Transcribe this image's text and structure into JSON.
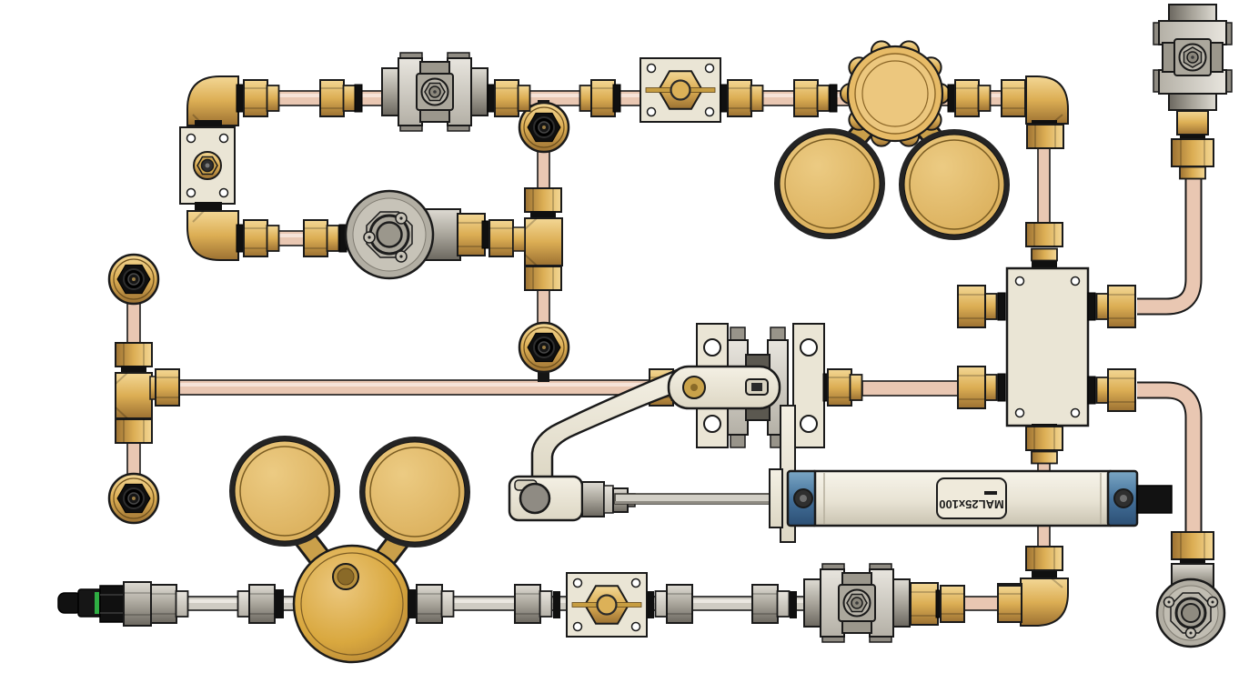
{
  "diagram": {
    "kind": "cad-render-pneumatic-assembly",
    "background": "#ffffff",
    "cylinder": {
      "label": "MAL25x100"
    },
    "key_colors": {
      "copper_tube": "#e9c7b2",
      "brass_fitting": "#dcae54",
      "stainless_steel": "#a9a59b",
      "panel_beige": "#eae5d5",
      "gauge_gold": "#ddb05c",
      "cylinder_body": "#ece7d8",
      "cylinder_caps": "#44719b",
      "inlet_plug_black": "#121212",
      "inlet_ring_green": "#2fae43"
    },
    "components": [
      {
        "id": "elbow-top-left",
        "label": "brass elbow"
      },
      {
        "id": "bulkhead-plate",
        "label": "panel bulkhead plate"
      },
      {
        "id": "elbow-mid-left",
        "label": "brass elbow"
      },
      {
        "id": "ball-valve-top",
        "label": "3-piece ball valve"
      },
      {
        "id": "check-valve-top",
        "label": "brass check valve"
      },
      {
        "id": "needle-valve-top",
        "label": "panel-mount needle valve"
      },
      {
        "id": "regulator-top-right",
        "label": "pressure regulator with twin gauges"
      },
      {
        "id": "elbow-top-right",
        "label": "brass elbow"
      },
      {
        "id": "ball-valve-vent",
        "label": "3-piece ball valve (vertical)"
      },
      {
        "id": "motor-valve-top",
        "label": "round-body valve actuator"
      },
      {
        "id": "tee-mid",
        "label": "brass tee"
      },
      {
        "id": "check-valve-mid",
        "label": "brass check valve"
      },
      {
        "id": "check-valve-left-upper",
        "label": "brass check valve"
      },
      {
        "id": "tee-left",
        "label": "brass tee"
      },
      {
        "id": "check-valve-left-lower",
        "label": "brass check valve"
      },
      {
        "id": "toggle-valve",
        "label": "lever toggle valve on brackets"
      },
      {
        "id": "lever-arm",
        "label": "actuating lever arm"
      },
      {
        "id": "clevis-rod-end",
        "label": "clevis rod end"
      },
      {
        "id": "pneumatic-cylinder",
        "label": "round-body pneumatic cylinder"
      },
      {
        "id": "distribution-manifold",
        "label": "manifold junction block"
      },
      {
        "id": "quick-connect-plug",
        "label": "air inlet quick-connect plug"
      },
      {
        "id": "regulator-supply",
        "label": "pressure regulator with twin gauges"
      },
      {
        "id": "needle-valve-supply",
        "label": "panel-mount needle valve"
      },
      {
        "id": "ball-valve-supply",
        "label": "3-piece ball valve"
      },
      {
        "id": "elbow-bottom-right",
        "label": "brass elbow"
      },
      {
        "id": "angle-valve-bottom-right",
        "label": "round-body valve actuator (vertical)"
      }
    ]
  }
}
